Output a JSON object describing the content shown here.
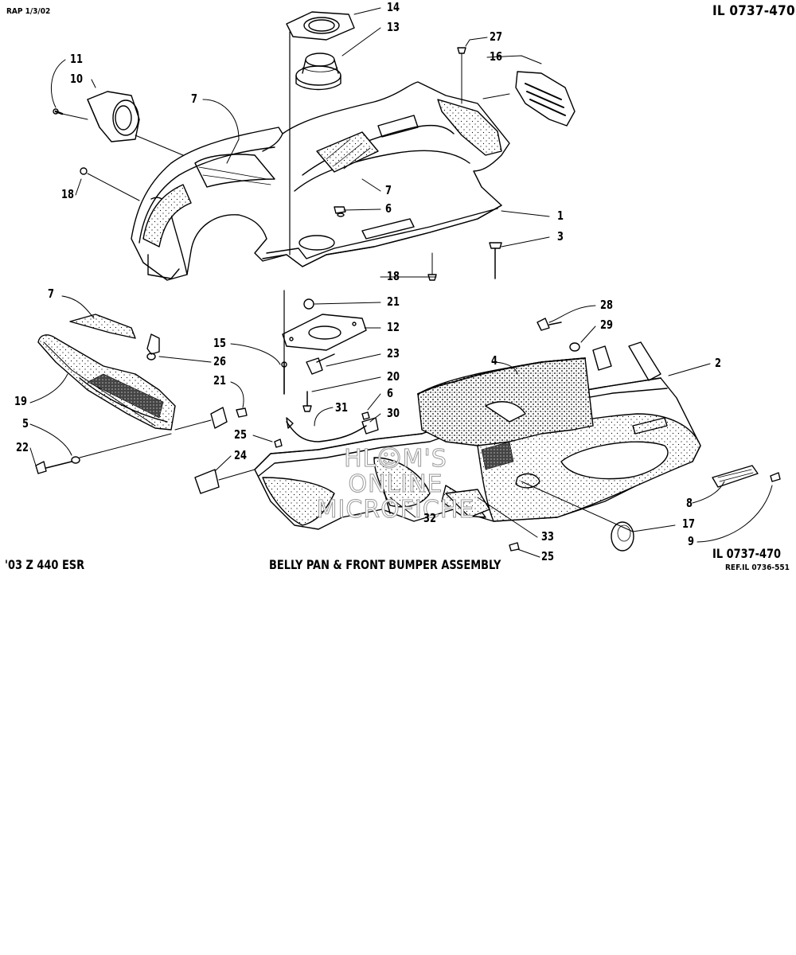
{
  "header": {
    "date": "RAP 1/3/02",
    "illustration_number": "IL 0737-470"
  },
  "footer": {
    "model": "'03 Z 440 ESR",
    "assembly_title": "BELLY PAN & FRONT BUMPER ASSEMBLY",
    "illustration_number": "IL 0737-470",
    "reference": "REF.IL 0736-551"
  },
  "watermark": {
    "line1": "HL☺M'S",
    "line2": "ONLINE",
    "line3": "MICROFICHE"
  },
  "callouts": [
    {
      "id": "c14",
      "text": "14"
    },
    {
      "id": "c13",
      "text": "13"
    },
    {
      "id": "c27",
      "text": "27"
    },
    {
      "id": "c16",
      "text": "16"
    },
    {
      "id": "c11",
      "text": "11"
    },
    {
      "id": "c10",
      "text": "10"
    },
    {
      "id": "c7a",
      "text": "7"
    },
    {
      "id": "c18a",
      "text": "18"
    },
    {
      "id": "c7b",
      "text": "7"
    },
    {
      "id": "c6a",
      "text": "6"
    },
    {
      "id": "c1",
      "text": "1"
    },
    {
      "id": "c3",
      "text": "3"
    },
    {
      "id": "c18b",
      "text": "18"
    },
    {
      "id": "c21a",
      "text": "21"
    },
    {
      "id": "c7c",
      "text": "7"
    },
    {
      "id": "c12",
      "text": "12"
    },
    {
      "id": "c28",
      "text": "28"
    },
    {
      "id": "c29",
      "text": "29"
    },
    {
      "id": "c15",
      "text": "15"
    },
    {
      "id": "c26",
      "text": "26"
    },
    {
      "id": "c23",
      "text": "23"
    },
    {
      "id": "c4",
      "text": "4"
    },
    {
      "id": "c2",
      "text": "2"
    },
    {
      "id": "c20",
      "text": "20"
    },
    {
      "id": "c21b",
      "text": "21"
    },
    {
      "id": "c19",
      "text": "19"
    },
    {
      "id": "c6b",
      "text": "6"
    },
    {
      "id": "c31",
      "text": "31"
    },
    {
      "id": "c30",
      "text": "30"
    },
    {
      "id": "c5",
      "text": "5"
    },
    {
      "id": "c25a",
      "text": "25"
    },
    {
      "id": "c22",
      "text": "22"
    },
    {
      "id": "c24",
      "text": "24"
    },
    {
      "id": "c8",
      "text": "8"
    },
    {
      "id": "c32",
      "text": "32"
    },
    {
      "id": "c17",
      "text": "17"
    },
    {
      "id": "c33",
      "text": "33"
    },
    {
      "id": "c9",
      "text": "9"
    },
    {
      "id": "c25b",
      "text": "25"
    }
  ]
}
